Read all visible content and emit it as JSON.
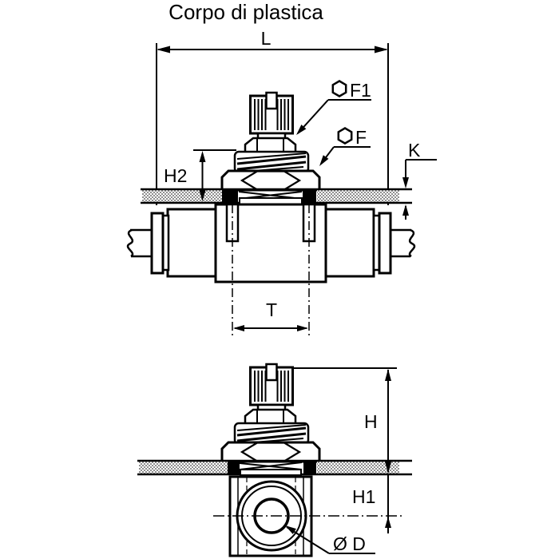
{
  "title": "Corpo di plastica",
  "colors": {
    "line": "#000000",
    "panel_dither": "#8f8f8f",
    "background": "#ffffff"
  },
  "icons": {
    "hex": "hexagon-outline"
  },
  "views": {
    "top": {
      "description": "front section view of panel-mounted flow control valve",
      "labels": {
        "L": "L",
        "H2": "H2",
        "K": "K",
        "T": "T",
        "F1": "F1",
        "F": "F"
      }
    },
    "bottom": {
      "description": "side section view of panel-mounted flow control valve",
      "labels": {
        "H": "H",
        "H1": "H1",
        "D": "Ø D"
      }
    }
  }
}
